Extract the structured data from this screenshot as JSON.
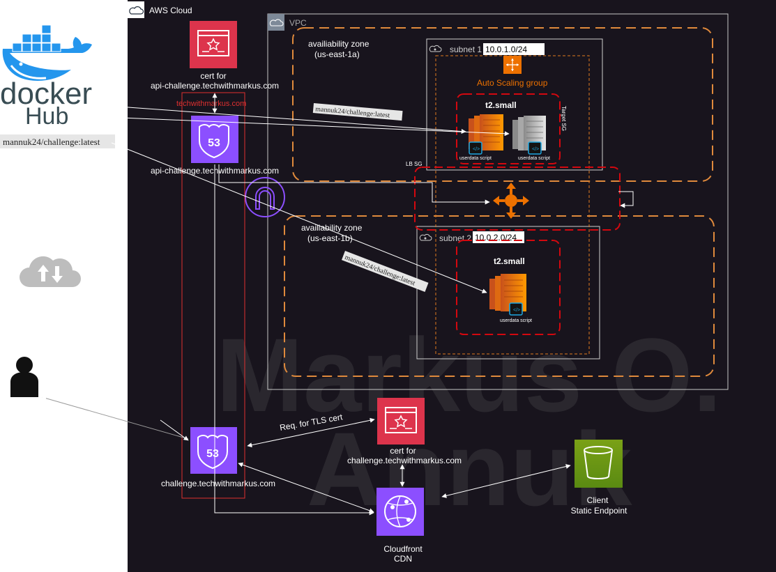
{
  "aws_cloud": {
    "label": "AWS Cloud"
  },
  "vpc": {
    "label": "VPC"
  },
  "az1": {
    "line1": "availiability zone",
    "line2": "(us-east-1a)"
  },
  "az2": {
    "line1": "availiability zone",
    "line2": "(us-east-1b)"
  },
  "subnet1": {
    "label": "subnet 1",
    "cidr": "10.0.1.0/24"
  },
  "subnet2": {
    "label": "subnet 2",
    "cidr": "10.0.2.0/24"
  },
  "asg": {
    "label": "Auto Scaling group"
  },
  "target_sg": {
    "label": "Target SG"
  },
  "lb_sg": {
    "label": "LB SG"
  },
  "instance_type": "t2.small",
  "userdata": "userdata script",
  "docker": {
    "word": "docker",
    "hub": "Hub",
    "image_label": "mannuk24/challenge:latest"
  },
  "arrow_labels": {
    "image_1": "mannuk24/challenge:latest",
    "image_2": "mannuk24/challenge:latest",
    "tls": "Req. for TLS cert"
  },
  "red_group": {
    "label": "techwithmarkus.com"
  },
  "cert_api": {
    "line1": "cert for",
    "line2": "api-challenge.techwithmarkus.com"
  },
  "route53_api": {
    "label": "api-challenge.techwithmarkus.com",
    "glyph": "53"
  },
  "route53_main": {
    "label": "challenge.techwithmarkus.com",
    "glyph": "53"
  },
  "cert_main": {
    "line1": "cert for",
    "line2": "challenge.techwithmarkus.com"
  },
  "cloudfront": {
    "line1": "Cloudfront",
    "line2": "CDN"
  },
  "s3": {
    "line1": "Client",
    "line2": "Static Endpoint"
  },
  "watermark": {
    "line1": "Markus O.",
    "line2": "Annuk"
  },
  "icons": [
    "docker-whale-icon",
    "cloud-transfer-icon",
    "user-icon",
    "certificate-icon",
    "route53-icon",
    "ec2-icon",
    "load-balancer-icon",
    "internet-gateway-icon",
    "cloudfront-icon",
    "s3-bucket-icon",
    "subnet-icon",
    "auto-scaling-icon"
  ],
  "colors": {
    "background": "#18141d",
    "az_border": "#e08a3c",
    "sg_border": "#d4080f",
    "route53": "#8c4fff",
    "certificate": "#dd344c",
    "ec2": "#ed7100",
    "s3": "#7aa116",
    "docker": "#2496ed"
  }
}
